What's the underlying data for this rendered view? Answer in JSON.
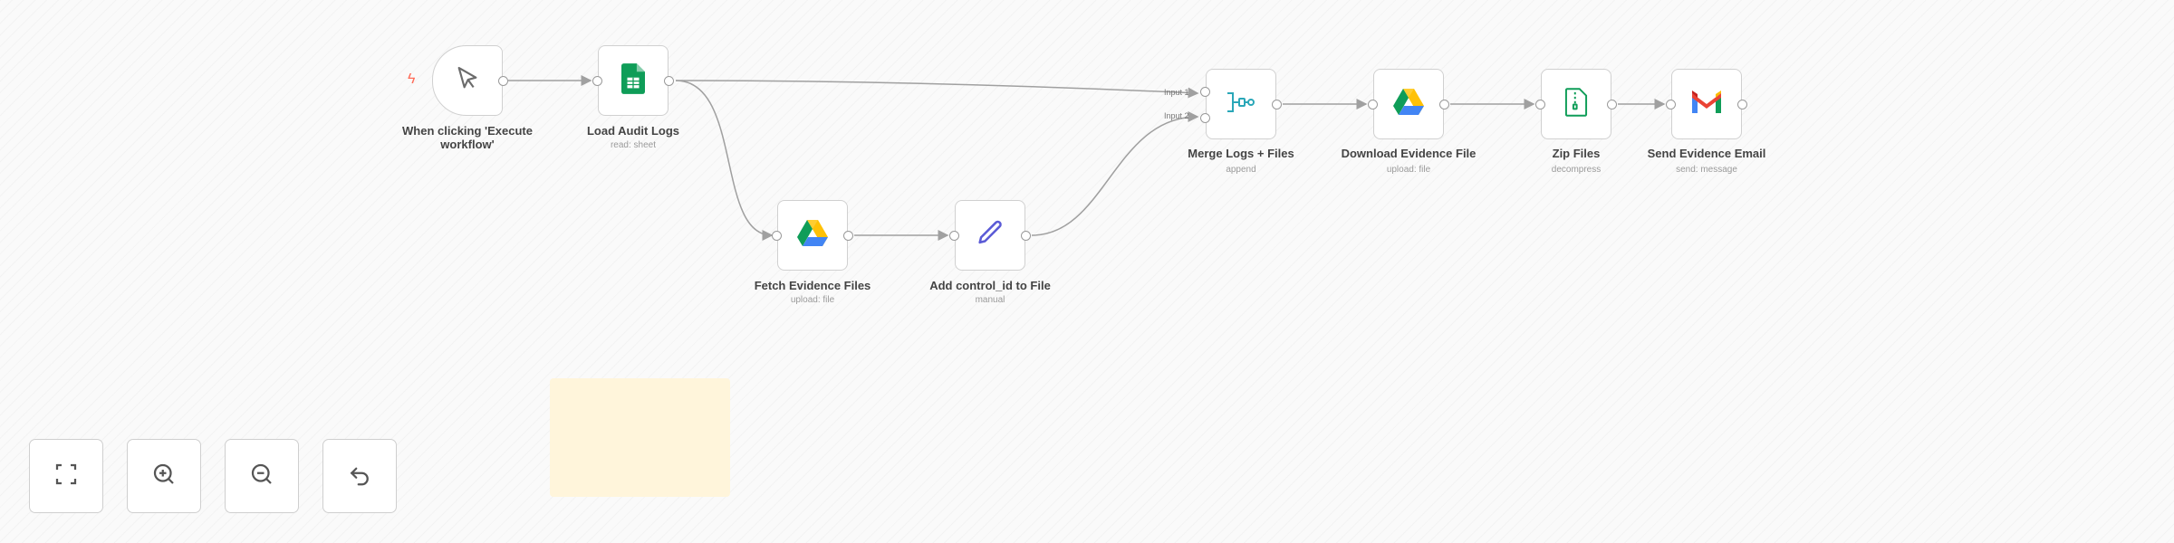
{
  "workflow": {
    "nodes": [
      {
        "id": "trigger",
        "title": "When clicking 'Execute workflow'",
        "subtitle": "",
        "icon": "cursor-icon"
      },
      {
        "id": "load",
        "title": "Load Audit Logs",
        "subtitle": "read: sheet",
        "icon": "google-sheets-icon"
      },
      {
        "id": "fetch",
        "title": "Fetch Evidence Files",
        "subtitle": "upload: file",
        "icon": "google-drive-icon"
      },
      {
        "id": "addctl",
        "title": "Add control_id to File",
        "subtitle": "manual",
        "icon": "pencil-icon"
      },
      {
        "id": "merge",
        "title": "Merge Logs + Files",
        "subtitle": "append",
        "icon": "merge-icon"
      },
      {
        "id": "download",
        "title": "Download Evidence File",
        "subtitle": "upload: file",
        "icon": "google-drive-icon"
      },
      {
        "id": "zip",
        "title": "Zip Files",
        "subtitle": "decompress",
        "icon": "zip-file-icon"
      },
      {
        "id": "email",
        "title": "Send Evidence Email",
        "subtitle": "send: message",
        "icon": "gmail-icon"
      }
    ],
    "merge_inputs": [
      "Input 1",
      "Input 2"
    ]
  },
  "controls": [
    {
      "name": "fit-view",
      "icon": "fit-to-view-icon"
    },
    {
      "name": "zoom-in",
      "icon": "zoom-in-icon"
    },
    {
      "name": "zoom-out",
      "icon": "zoom-out-icon"
    },
    {
      "name": "reset-zoom",
      "icon": "undo-icon"
    }
  ],
  "colors": {
    "trigger_bolt": "#ff6b57",
    "sheets_green": "#0f9d58",
    "pencil_blue": "#5b5bd6",
    "merge_teal": "#2aa7b8",
    "sticky_note": "#fff5db",
    "connection": "#a0a0a0"
  }
}
